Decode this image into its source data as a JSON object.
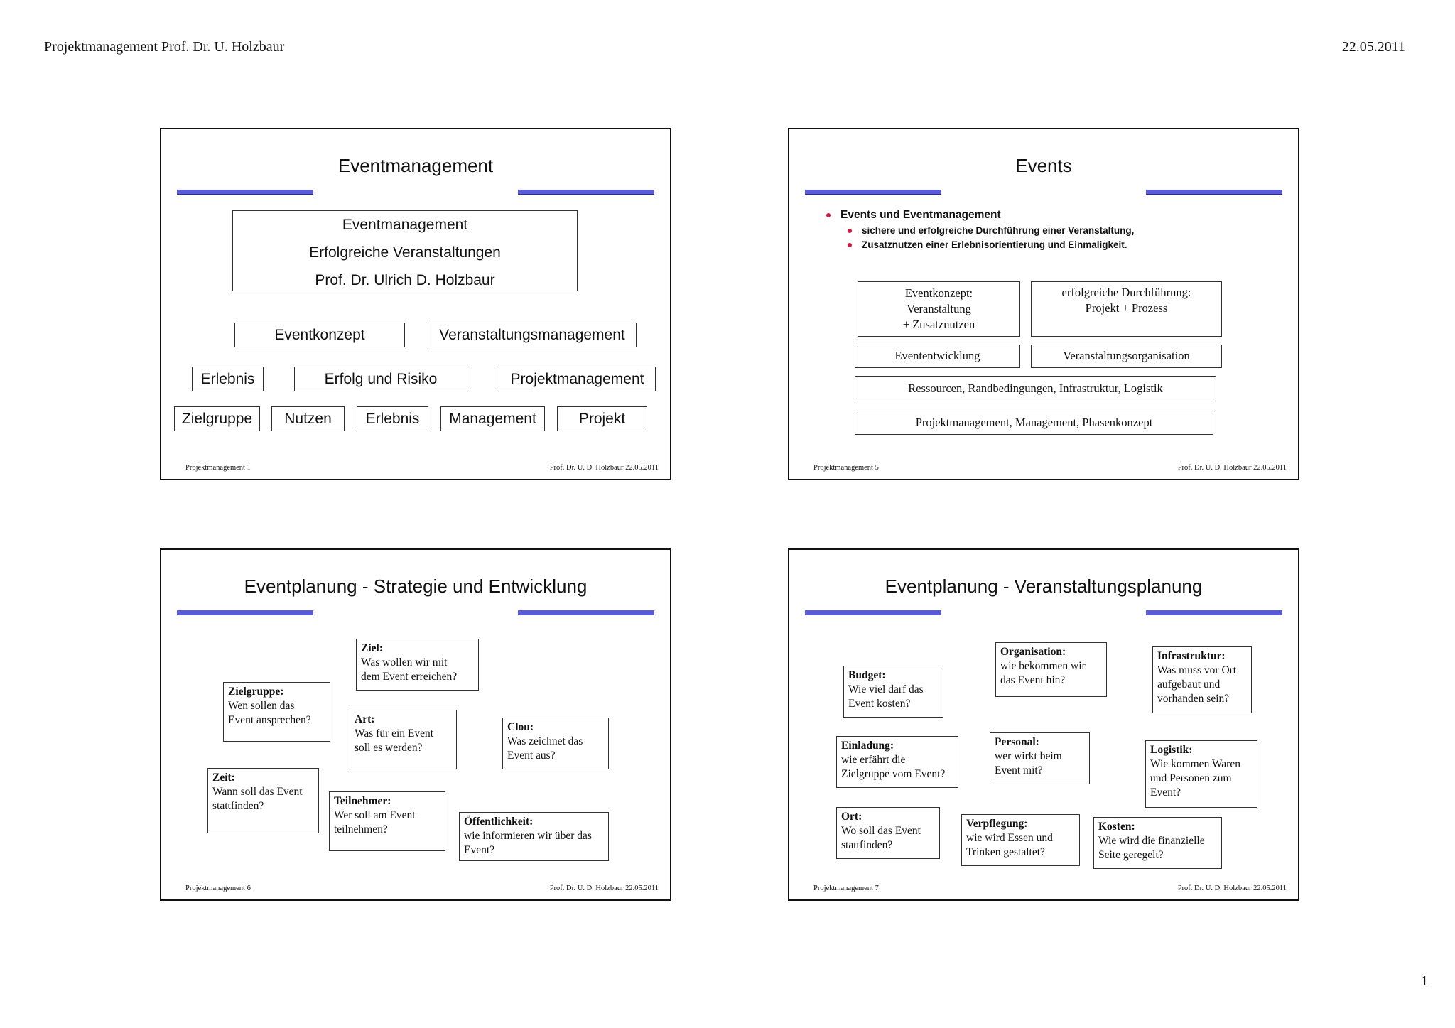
{
  "header": {
    "left": "Projektmanagement Prof. Dr. U. Holzbaur",
    "right": "22.05.2011"
  },
  "page_number": "1",
  "slides": {
    "s1": {
      "title": "Eventmanagement",
      "main_box": [
        "Eventmanagement",
        "Erfolgreiche Veranstaltungen",
        "Prof. Dr. Ulrich D. Holzbaur"
      ],
      "row1": [
        "Eventkonzept",
        "Veranstaltungsmanagement"
      ],
      "row2": [
        "Erlebnis",
        "Erfolg und Risiko",
        "Projektmanagement"
      ],
      "row3": [
        "Zielgruppe",
        "Nutzen",
        "Erlebnis",
        "Management",
        "Projekt"
      ],
      "footer_left": "Projektmanagement 1",
      "footer_right": "Prof. Dr. U. D. Holzbaur 22.05.2011"
    },
    "s2": {
      "title": "Events",
      "bullet_main": "Events und Eventmanagement",
      "bullet_sub1": "sichere und erfolgreiche Durchführung einer Veranstaltung,",
      "bullet_sub2": "Zusatznutzen einer Erlebnisorientierung und Einmaligkeit.",
      "box_konzept": [
        "Eventkonzept:",
        "Veranstaltung",
        "+ Zusatznutzen"
      ],
      "box_durchfuehrung": [
        "erfolgreiche Durchführung:",
        "Projekt + Prozess"
      ],
      "box_entwicklung": "Evententwicklung",
      "box_organisation": "Veranstaltungsorganisation",
      "box_ressourcen": "Ressourcen, Randbedingungen, Infrastruktur, Logistik",
      "box_pm": "Projektmanagement, Management, Phasenkonzept",
      "footer_left": "Projektmanagement 5",
      "footer_right": "Prof. Dr. U. D. Holzbaur 22.05.2011"
    },
    "s3": {
      "title": "Eventplanung - Strategie und Entwicklung",
      "ziel": {
        "head": "Ziel:",
        "l1": "Was wollen wir mit",
        "l2": "dem Event erreichen?"
      },
      "zielgruppe": {
        "head": "Zielgruppe:",
        "l1": "Wen sollen das",
        "l2": "Event ansprechen?"
      },
      "art": {
        "head": "Art:",
        "l1": "Was für ein Event",
        "l2": "soll es werden?"
      },
      "clou": {
        "head": "Clou:",
        "l1": "Was zeichnet das",
        "l2": "Event aus?"
      },
      "zeit": {
        "head": "Zeit:",
        "l1": "Wann soll das Event",
        "l2": "stattfinden?"
      },
      "teilnehmer": {
        "head": "Teilnehmer:",
        "l1": "Wer soll am Event",
        "l2": "teilnehmen?"
      },
      "oeffentlichkeit": {
        "head": "Öffentlichkeit:",
        "l1": "wie informieren wir über das",
        "l2": "Event?"
      },
      "footer_left": "Projektmanagement 6",
      "footer_right": "Prof. Dr. U. D. Holzbaur 22.05.2011"
    },
    "s4": {
      "title": "Eventplanung - Veranstaltungsplanung",
      "organisation": {
        "head": "Organisation:",
        "l1": "wie bekommen wir",
        "l2": "das Event hin?"
      },
      "infrastruktur": {
        "head": "Infrastruktur:",
        "l1": "Was muss vor Ort",
        "l2": "aufgebaut und",
        "l3": "vorhanden sein?"
      },
      "budget": {
        "head": "Budget:",
        "l1": "Wie viel darf das",
        "l2": "Event kosten?"
      },
      "einladung": {
        "head": "Einladung:",
        "l1": "wie erfährt die",
        "l2": "Zielgruppe vom Event?"
      },
      "personal": {
        "head": "Personal:",
        "l1": "wer wirkt beim",
        "l2": "Event  mit?"
      },
      "logistik": {
        "head": "Logistik:",
        "l1": "Wie kommen Waren",
        "l2": "und Personen zum",
        "l3": "Event?"
      },
      "ort": {
        "head": "Ort:",
        "l1": "Wo soll das Event",
        "l2": "stattfinden?"
      },
      "verpflegung": {
        "head": "Verpflegung:",
        "l1": "wie wird Essen und",
        "l2": "Trinken gestaltet?"
      },
      "kosten": {
        "head": "Kosten:",
        "l1": "Wie wird die finanzielle",
        "l2": "Seite geregelt?"
      },
      "footer_left": "Projektmanagement 7",
      "footer_right": "Prof. Dr. U. D. Holzbaur 22.05.2011"
    }
  }
}
